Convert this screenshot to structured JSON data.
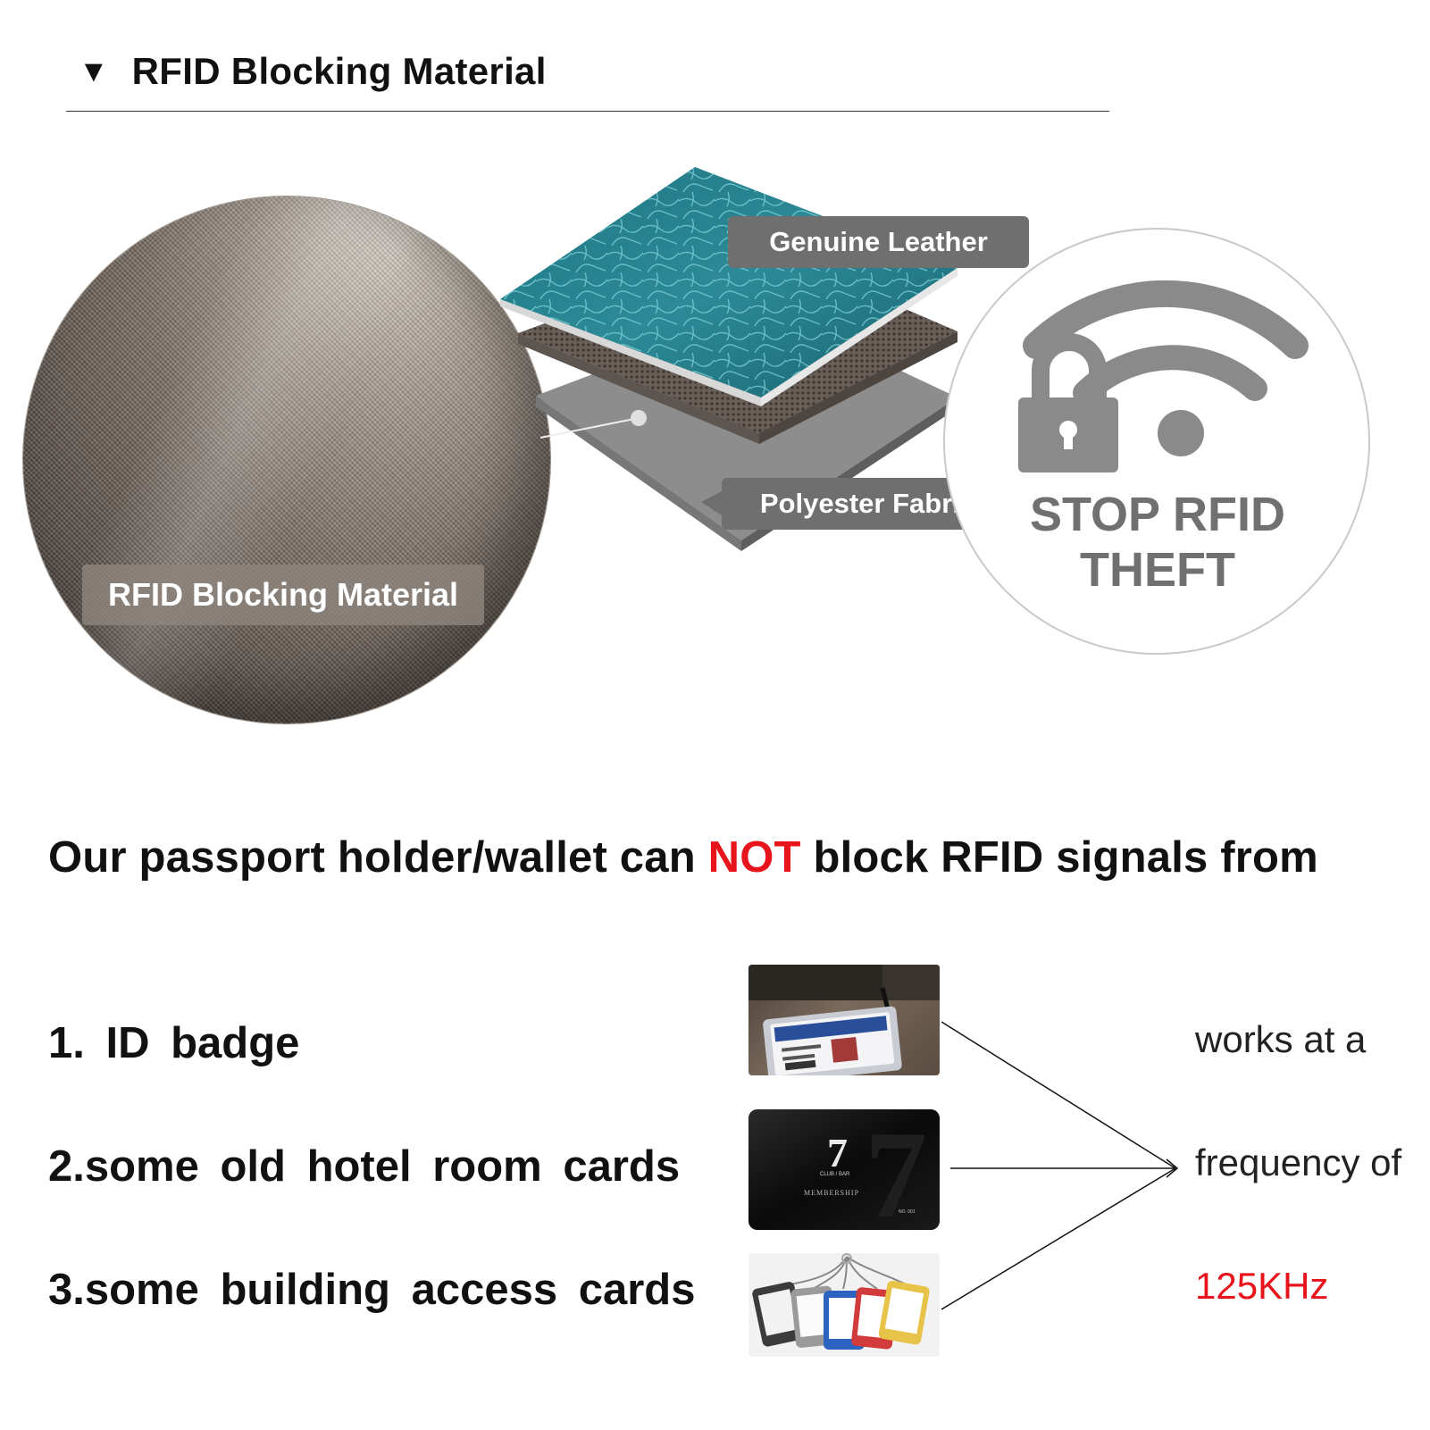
{
  "header": {
    "marker": "▼",
    "title": "RFID Blocking Material"
  },
  "diagram": {
    "circle_label": "RFID Blocking Material",
    "callout_leather": "Genuine Leather",
    "callout_polyester": "Polyester Fabric",
    "badge_line1": "STOP RFID",
    "badge_line2": "THEFT",
    "leather_color": "#2c8a96",
    "callout_color": "#6f6f6f",
    "badge_color": "#8a8a8a"
  },
  "statement": {
    "before": "Our  passport  holder/wallet can ",
    "highlight": "NOT",
    "after": " block RFID signals from",
    "highlight_color": "#e8141c"
  },
  "list": {
    "item1": "1. ID badge",
    "item2": "2.some  old  hotel  room  cards",
    "item3": "3.some  building  access  cards"
  },
  "card_image": {
    "number": "7",
    "line1": "CLUB / BAR",
    "line2": "MEMBERSHIP",
    "serial": "NO. 001"
  },
  "frequency": {
    "line1": "works at a",
    "line2": "frequency of",
    "line3": "125KHz"
  }
}
